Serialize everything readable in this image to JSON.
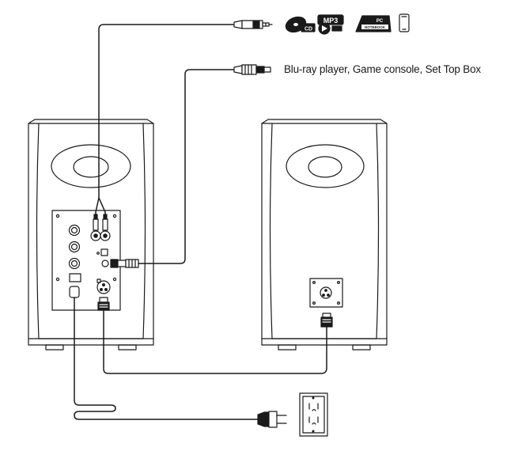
{
  "diagram": {
    "analog_sources": {
      "label": "",
      "icons": [
        "cd-icon",
        "mp3-player-icon",
        "pc-notebook-icon",
        "smartphone-icon"
      ],
      "badges": {
        "cd": "CD",
        "mp3": "MP3",
        "pc": "PC",
        "notebook": "NOTEBOOK"
      }
    },
    "optical_sources": {
      "label": "Blu-ray player, Game console, Set Top Box"
    },
    "active_speaker": {
      "name": ""
    },
    "passive_speaker": {
      "name": ""
    },
    "power": {
      "outlet_icon": "wall-outlet-icon",
      "plug_icon": "power-plug-icon"
    },
    "colors": {
      "line": "#1a1a1a",
      "fill": "#ffffff",
      "panel": "#f2f2f2"
    }
  }
}
